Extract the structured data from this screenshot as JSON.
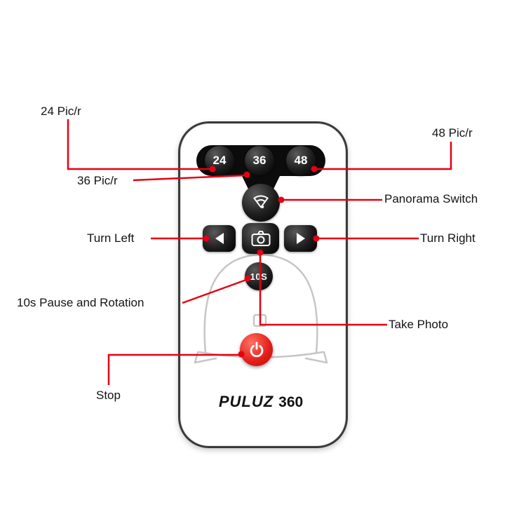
{
  "labels": {
    "pic24": "24 Pic/r",
    "pic36": "36 Pic/r",
    "pic48": "48 Pic/r",
    "panorama": "Panorama Switch",
    "turn_left": "Turn Left",
    "turn_right": "Turn Right",
    "pause": "10s Pause and Rotation",
    "take_photo": "Take Photo",
    "stop": "Stop"
  },
  "remote": {
    "buttons": {
      "pic24": "24",
      "pic36": "36",
      "pic48": "48",
      "pause": "10S"
    },
    "icons": {
      "panorama": "panorama-icon",
      "turn_left": "left-arrow-icon",
      "take_photo": "camera-icon",
      "turn_right": "right-arrow-icon",
      "stop": "power-icon"
    },
    "brand": "PULUZ",
    "brand_number": "360"
  },
  "colors": {
    "connector_red": "#e60012",
    "power_button_red": "#e31c18",
    "button_black": "#0c0c0c",
    "sketch_gray": "#c6c6c6"
  }
}
